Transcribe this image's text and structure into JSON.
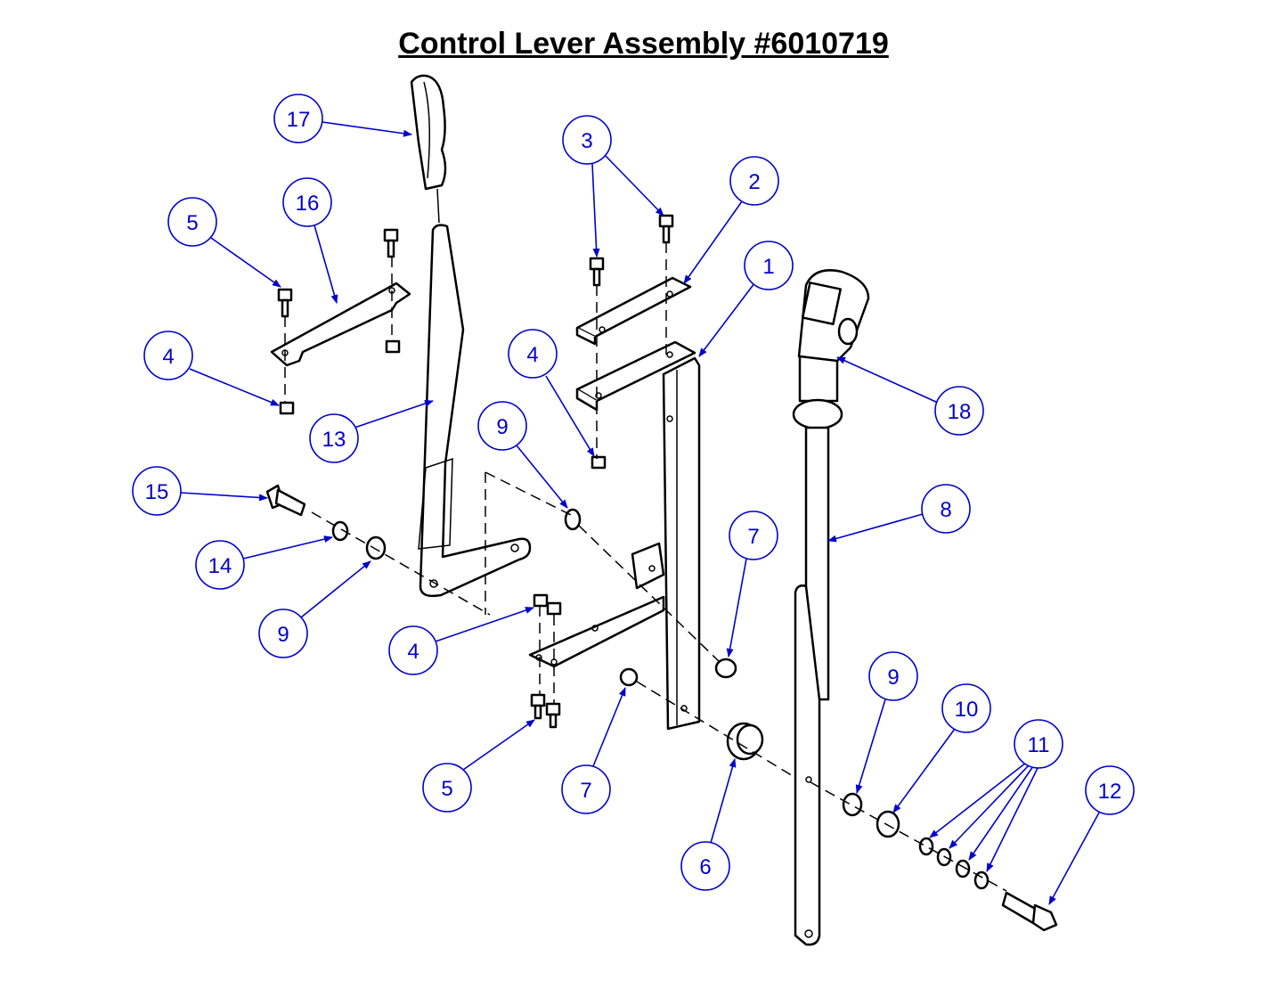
{
  "title": "Control Lever Assembly #6010719",
  "colors": {
    "callout": "#0000cc",
    "line": "#000000",
    "background": "#ffffff"
  },
  "callouts": [
    {
      "label": "17"
    },
    {
      "label": "3"
    },
    {
      "label": "2"
    },
    {
      "label": "16"
    },
    {
      "label": "5"
    },
    {
      "label": "1"
    },
    {
      "label": "4"
    },
    {
      "label": "4"
    },
    {
      "label": "18"
    },
    {
      "label": "13"
    },
    {
      "label": "9"
    },
    {
      "label": "15"
    },
    {
      "label": "8"
    },
    {
      "label": "14"
    },
    {
      "label": "7"
    },
    {
      "label": "9"
    },
    {
      "label": "4"
    },
    {
      "label": "9"
    },
    {
      "label": "10"
    },
    {
      "label": "11"
    },
    {
      "label": "12"
    },
    {
      "label": "5"
    },
    {
      "label": "7"
    },
    {
      "label": "6"
    }
  ]
}
